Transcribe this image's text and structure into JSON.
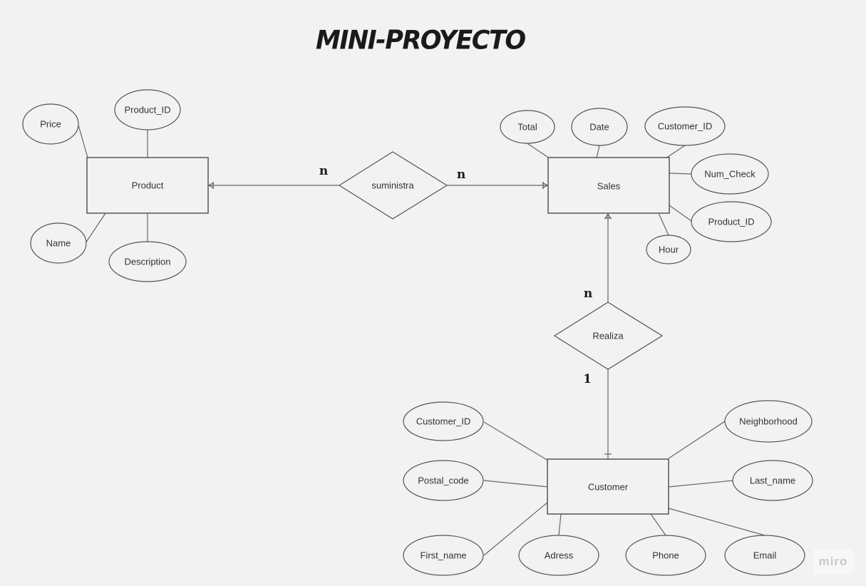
{
  "title": "MINI-PROYECTO",
  "watermark": "miro",
  "entities": {
    "product": "Product",
    "sales": "Sales",
    "customer": "Customer"
  },
  "relationships": {
    "suministra": "suministra",
    "realiza": "Realiza"
  },
  "product_attributes": {
    "price": "Price",
    "product_id": "Product_ID",
    "name": "Name",
    "description": "Description"
  },
  "sales_attributes": {
    "total": "Total",
    "date": "Date",
    "customer_id": "Customer_ID",
    "num_check": "Num_Check",
    "product_id": "Product_ID",
    "hour": "Hour"
  },
  "customer_attributes": {
    "customer_id": "Customer_ID",
    "postal_code": "Postal_code",
    "first_name": "First_name",
    "adress": "Adress",
    "phone": "Phone",
    "email": "Email",
    "last_name": "Last_name",
    "neighborhood": "Neighborhood"
  },
  "cardinalities": {
    "product_suministra": "n",
    "suministra_sales": "n",
    "sales_realiza": "n",
    "realiza_customer": "1"
  },
  "colors": {
    "background": "#f2f2f2",
    "stroke": "#555555",
    "text": "#333333"
  }
}
